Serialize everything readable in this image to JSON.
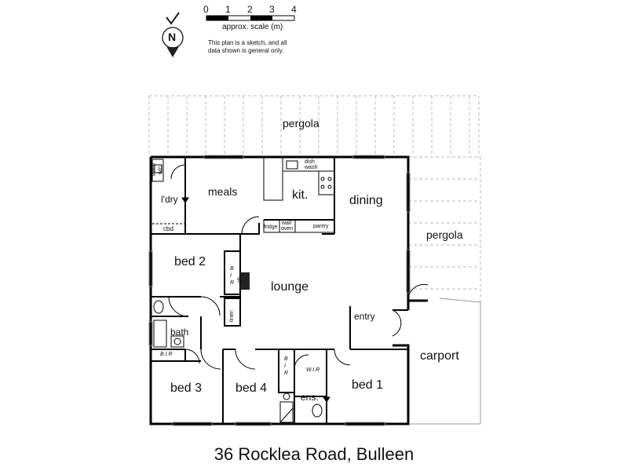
{
  "header": {
    "scale_ticks": [
      "0",
      "1",
      "2",
      "3",
      "4"
    ],
    "scale_label": "approx. scale (m)",
    "disclaimer_line1": "This plan is a sketch, and all",
    "disclaimer_line2": "data shown is general only.",
    "compass_letter": "N"
  },
  "rooms": {
    "pergola_top": "pergola",
    "pergola_right": "pergola",
    "meals": "meals",
    "kitchen": "kit.",
    "dining": "dining",
    "laundry": "l'dry",
    "cbd": "cbd",
    "bed2": "bed 2",
    "lounge": "lounge",
    "entry": "entry",
    "carport": "carport",
    "bath": "bath",
    "bed3": "bed 3",
    "bed4": "bed 4",
    "bed1": "bed 1",
    "ensuite": "ens."
  },
  "fixtures": {
    "wash_line1": "wash",
    "wash_line2": "w/c",
    "dish_line1": "dish",
    "dish_line2": "wash",
    "fridge": "fridge",
    "wall_oven_line1": "wall",
    "wall_oven_line2": "oven",
    "pantry": "pantry",
    "bir_bed2": "B I R",
    "gas_fire": "gh",
    "linen": "linen",
    "bir_bed3": "B.I.R",
    "bir_bed4": "B I R",
    "wir": "W.I.R"
  },
  "address": "36 Rocklea Road, Bulleen"
}
